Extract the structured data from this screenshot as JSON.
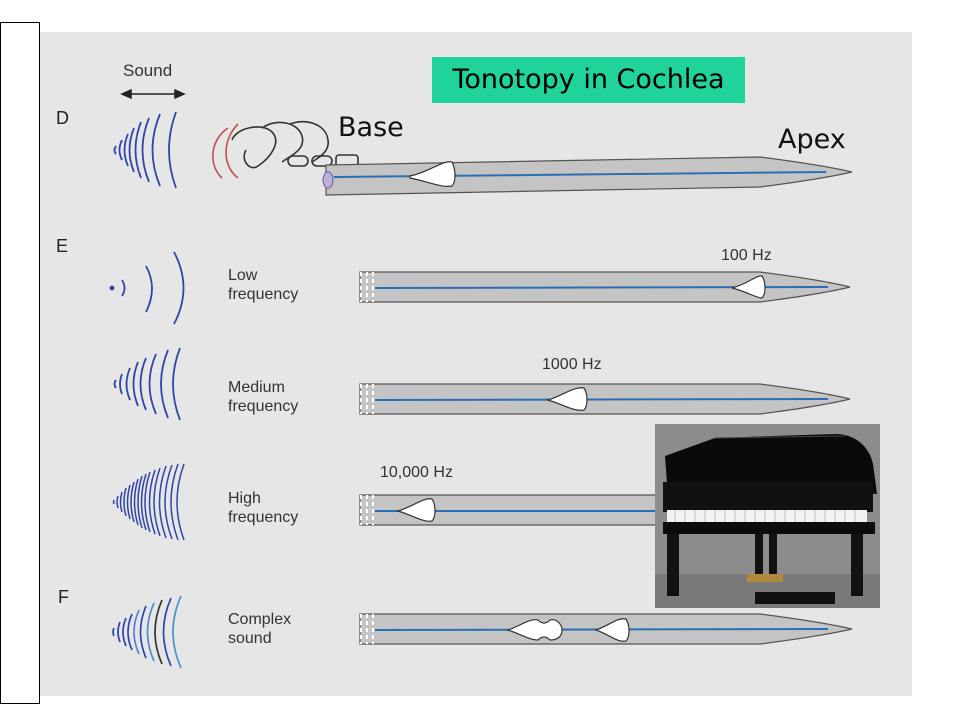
{
  "title": "Tonotopy in Cochlea",
  "sound_label": "Sound",
  "base_label": "Base",
  "apex_label": "Apex",
  "panel_letters": [
    "D",
    "E",
    "F"
  ],
  "rows": [
    {
      "label_line1": "Low",
      "label_line2": "frequency",
      "freq": "100 Hz"
    },
    {
      "label_line1": "Medium",
      "label_line2": "frequency",
      "freq": "1000 Hz"
    },
    {
      "label_line1": "High",
      "label_line2": "frequency",
      "freq": "10,000 Hz"
    },
    {
      "label_line1": "Complex",
      "label_line2": "sound"
    }
  ],
  "colors": {
    "title_bg": "#1fd39b",
    "panel_bg": "#e6e6e6",
    "cochlea_fill": "#c4c4c4",
    "membrane": "#2a6fb5",
    "wave": "#2f45a8"
  }
}
